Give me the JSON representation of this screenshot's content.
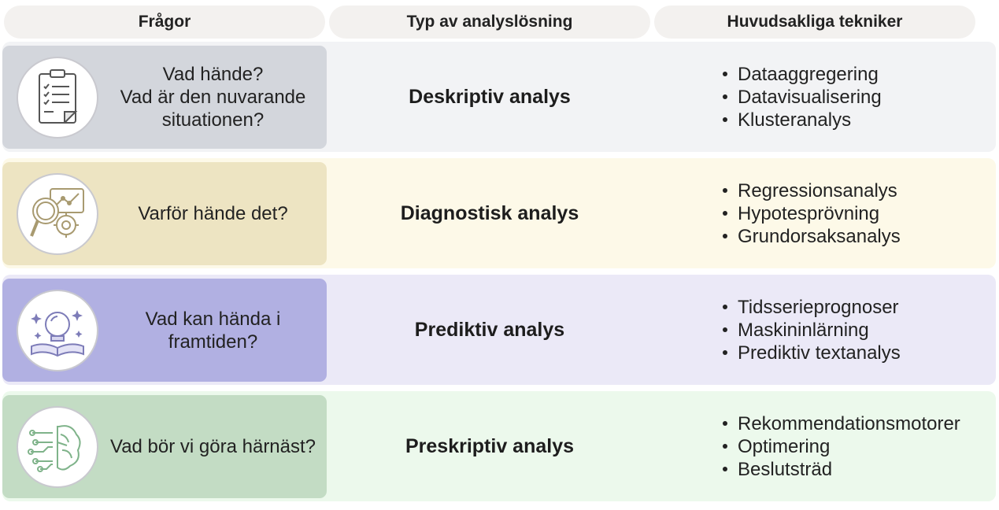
{
  "headers": {
    "questions": "Frågor",
    "analysis_type": "Typ av analyslösning",
    "techniques": "Huvudsakliga tekniker"
  },
  "rows": [
    {
      "icon": "clipboard-checklist-icon",
      "question_lines": [
        "Vad hände?",
        "Vad är den nuvarande",
        "situationen?"
      ],
      "type": "Deskriptiv analys",
      "techniques": [
        "Dataaggregering",
        "Datavisualisering",
        "Klusteranalys"
      ]
    },
    {
      "icon": "magnifier-chart-gear-icon",
      "question_lines": [
        "Varför hände det?"
      ],
      "type": "Diagnostisk analys",
      "techniques": [
        "Regressionsanalys",
        "Hypotesprövning",
        "Grundorsaksanalys"
      ]
    },
    {
      "icon": "crystal-ball-book-icon",
      "question_lines": [
        "Vad kan hända i",
        "framtiden?"
      ],
      "type": "Prediktiv analys",
      "techniques": [
        "Tidsserieprognoser",
        "Maskininlärning",
        "Prediktiv textanalys"
      ]
    },
    {
      "icon": "brain-circuit-icon",
      "question_lines": [
        "Vad bör vi göra härnäst?"
      ],
      "type": "Preskriptiv analys",
      "techniques": [
        "Rekommendationsmotorer",
        "Optimering",
        "Beslutsträd"
      ]
    }
  ],
  "colors": {
    "header_bg": "#f3f1ef",
    "row1_cell": "#d3d6dc",
    "row1_bg": "#f2f3f5",
    "row2_cell": "#ede4c2",
    "row2_bg": "#fdf9e8",
    "row3_cell": "#b1b0e2",
    "row3_bg": "#ebe9f7",
    "row4_cell": "#c3dcc4",
    "row4_bg": "#ecf9ec"
  }
}
